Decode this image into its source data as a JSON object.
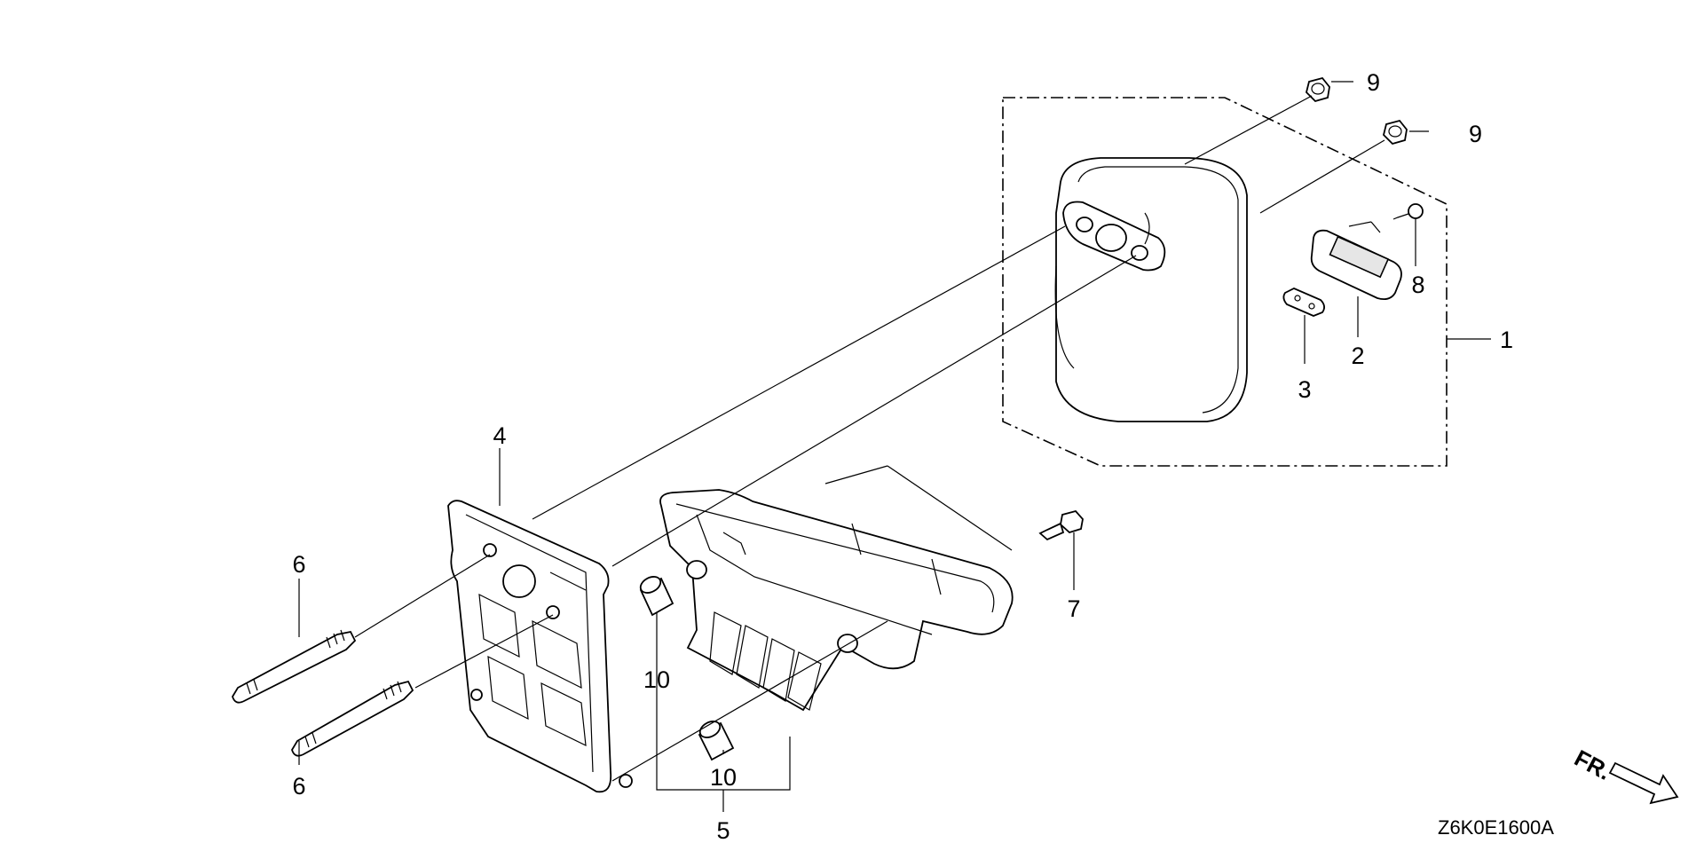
{
  "diagram": {
    "drawing_code": "Z6K0E1600A",
    "direction_marker": "FR.",
    "callouts": [
      {
        "id": "label-1",
        "text": "1"
      },
      {
        "id": "label-2",
        "text": "2"
      },
      {
        "id": "label-3",
        "text": "3"
      },
      {
        "id": "label-4",
        "text": "4"
      },
      {
        "id": "label-5",
        "text": "5"
      },
      {
        "id": "label-6a",
        "text": "6"
      },
      {
        "id": "label-6b",
        "text": "6"
      },
      {
        "id": "label-7",
        "text": "7"
      },
      {
        "id": "label-8",
        "text": "8"
      },
      {
        "id": "label-9a",
        "text": "9"
      },
      {
        "id": "label-9b",
        "text": "9"
      },
      {
        "id": "label-10a",
        "text": "10"
      },
      {
        "id": "label-10b",
        "text": "10"
      }
    ]
  }
}
